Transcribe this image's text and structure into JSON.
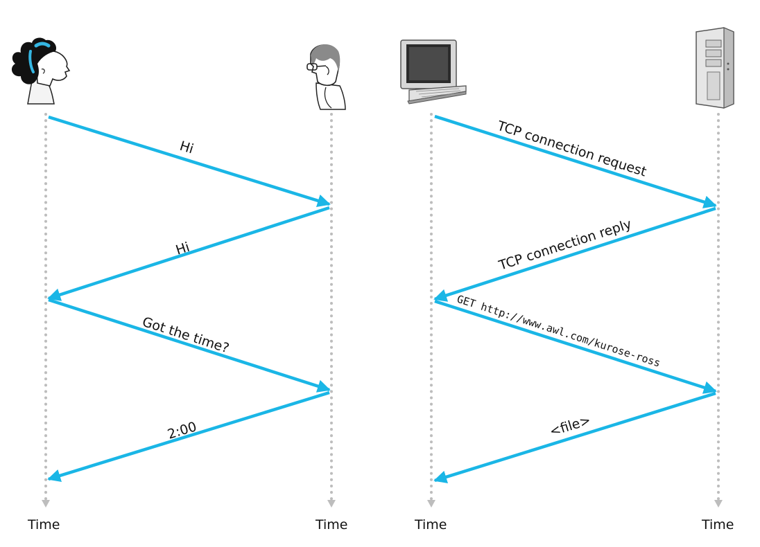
{
  "colors": {
    "arrow": "#1ab6e6",
    "lifeline": "#bdbdbd"
  },
  "left_panel": {
    "participants": [
      {
        "icon": "woman-icon"
      },
      {
        "icon": "man-with-glasses-icon"
      }
    ],
    "messages": [
      {
        "label": "Hi"
      },
      {
        "label": "Hi"
      },
      {
        "label": "Got the time?"
      },
      {
        "label": "2:00"
      }
    ]
  },
  "right_panel": {
    "participants": [
      {
        "icon": "desktop-computer-icon"
      },
      {
        "icon": "server-tower-icon"
      }
    ],
    "messages": [
      {
        "label": "TCP connection request"
      },
      {
        "label": "TCP connection reply"
      },
      {
        "label": "GET http://www.awl.com/kurose-ross"
      },
      {
        "label": "<file>"
      }
    ]
  },
  "time_label": "Time"
}
